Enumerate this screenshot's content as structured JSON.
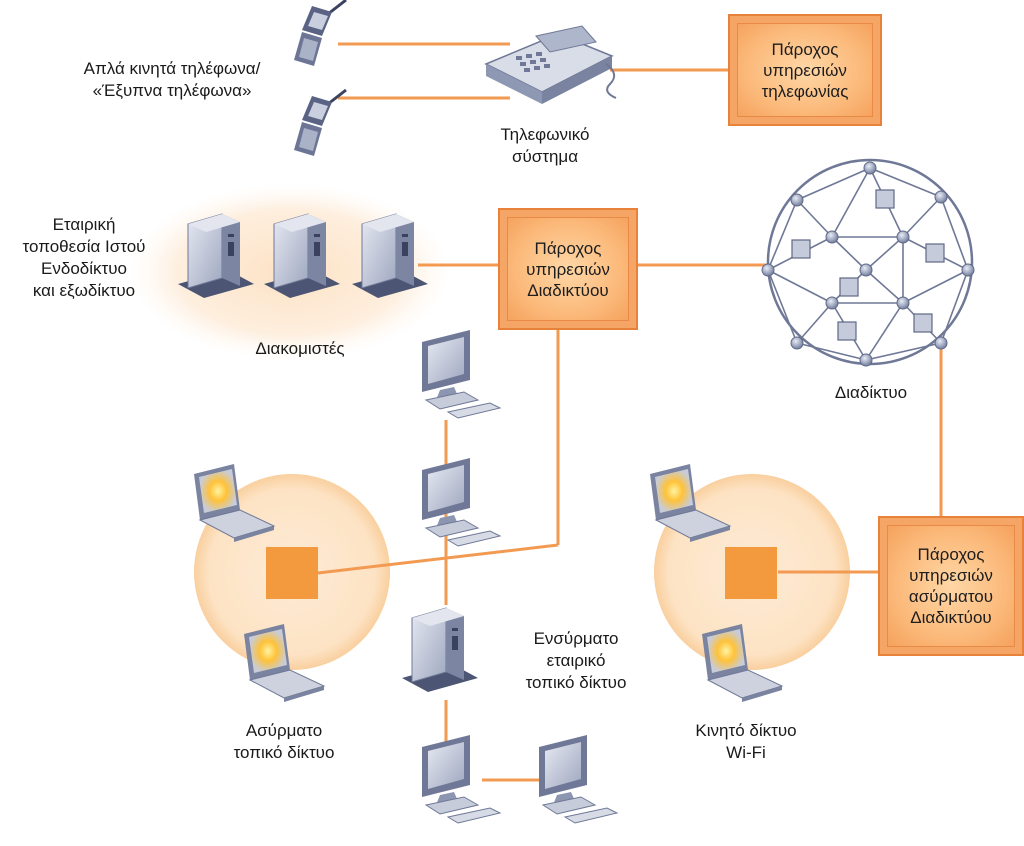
{
  "colors": {
    "link": "#f39a52",
    "provider": "#f7a967",
    "glow": "#fde0c0",
    "device": "#a9b2c8",
    "device_dark": "#4c5573"
  },
  "labels": {
    "phones": "Απλά κινητά τηλέφωνα/\n«Έξυπνα τηλέφωνα»",
    "phone_system": "Τηλεφωνικό\nσύστημα",
    "corporate_site": "Εταιρική\nτοποθεσία Ιστού\nΕνδοδίκτυο\nκαι εξωδίκτυο",
    "servers": "Διακομιστές",
    "internet": "Διαδίκτυο",
    "wired_lan": "Ενσύρματο\nεταιρικό\nτοπικό δίκτυο",
    "wireless_lan": "Ασύρματο\nτοπικό δίκτυο",
    "wifi_network": "Κινητό δίκτυο\nWi-Fi"
  },
  "providers": {
    "telephony": "Πάροχος\nυπηρεσιών\nτηλεφωνίας",
    "internet": "Πάροχος\nυπηρεσιών\nΔιαδικτύου",
    "wireless_internet": "Πάροχος\nυπηρεσιών\nασύρματου\nΔιαδικτύου"
  },
  "icons": {
    "cell_phone": "cell-phone-icon",
    "desk_phone": "desk-phone-icon",
    "server": "server-icon",
    "desktop": "desktop-computer-icon",
    "laptop": "laptop-icon",
    "access_point": "access-point-icon",
    "internet_globe": "internet-globe-icon"
  }
}
